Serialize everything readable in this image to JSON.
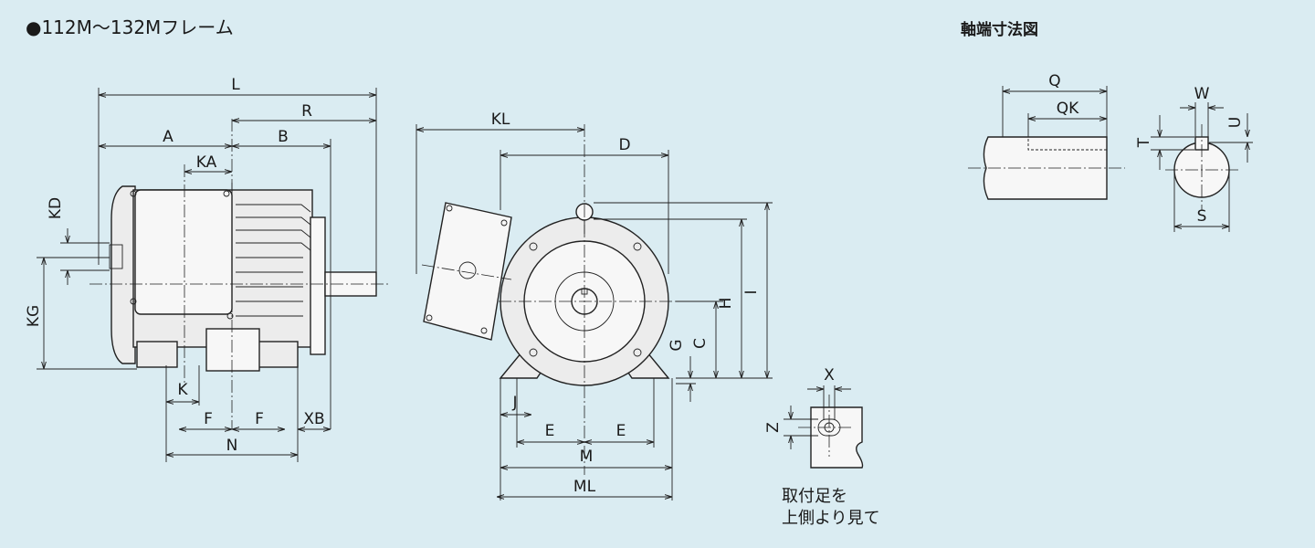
{
  "title": "●112M～132Mフレーム",
  "shaft_title": "軸端寸法図",
  "note_lines": [
    "取付足を",
    "上側より見て"
  ],
  "dimension_labels": {
    "L": "L",
    "A": "A",
    "R": "R",
    "B": "B",
    "KA": "KA",
    "KD": "KD",
    "KG": "KG",
    "K": "K",
    "F1": "F",
    "F2": "F",
    "XB": "XB",
    "N": "N",
    "KL": "KL",
    "D": "D",
    "H": "H",
    "I": "I",
    "G": "G",
    "C": "C",
    "J": "J",
    "E1": "E",
    "E2": "E",
    "M": "M",
    "ML": "ML",
    "X": "X",
    "Z": "Z",
    "Q": "Q",
    "QK": "QK",
    "W": "W",
    "U": "U",
    "T": "T",
    "S": "S"
  },
  "colors": {
    "background": "#daecf2",
    "line": "#222222",
    "body_fill": "#ececec"
  }
}
